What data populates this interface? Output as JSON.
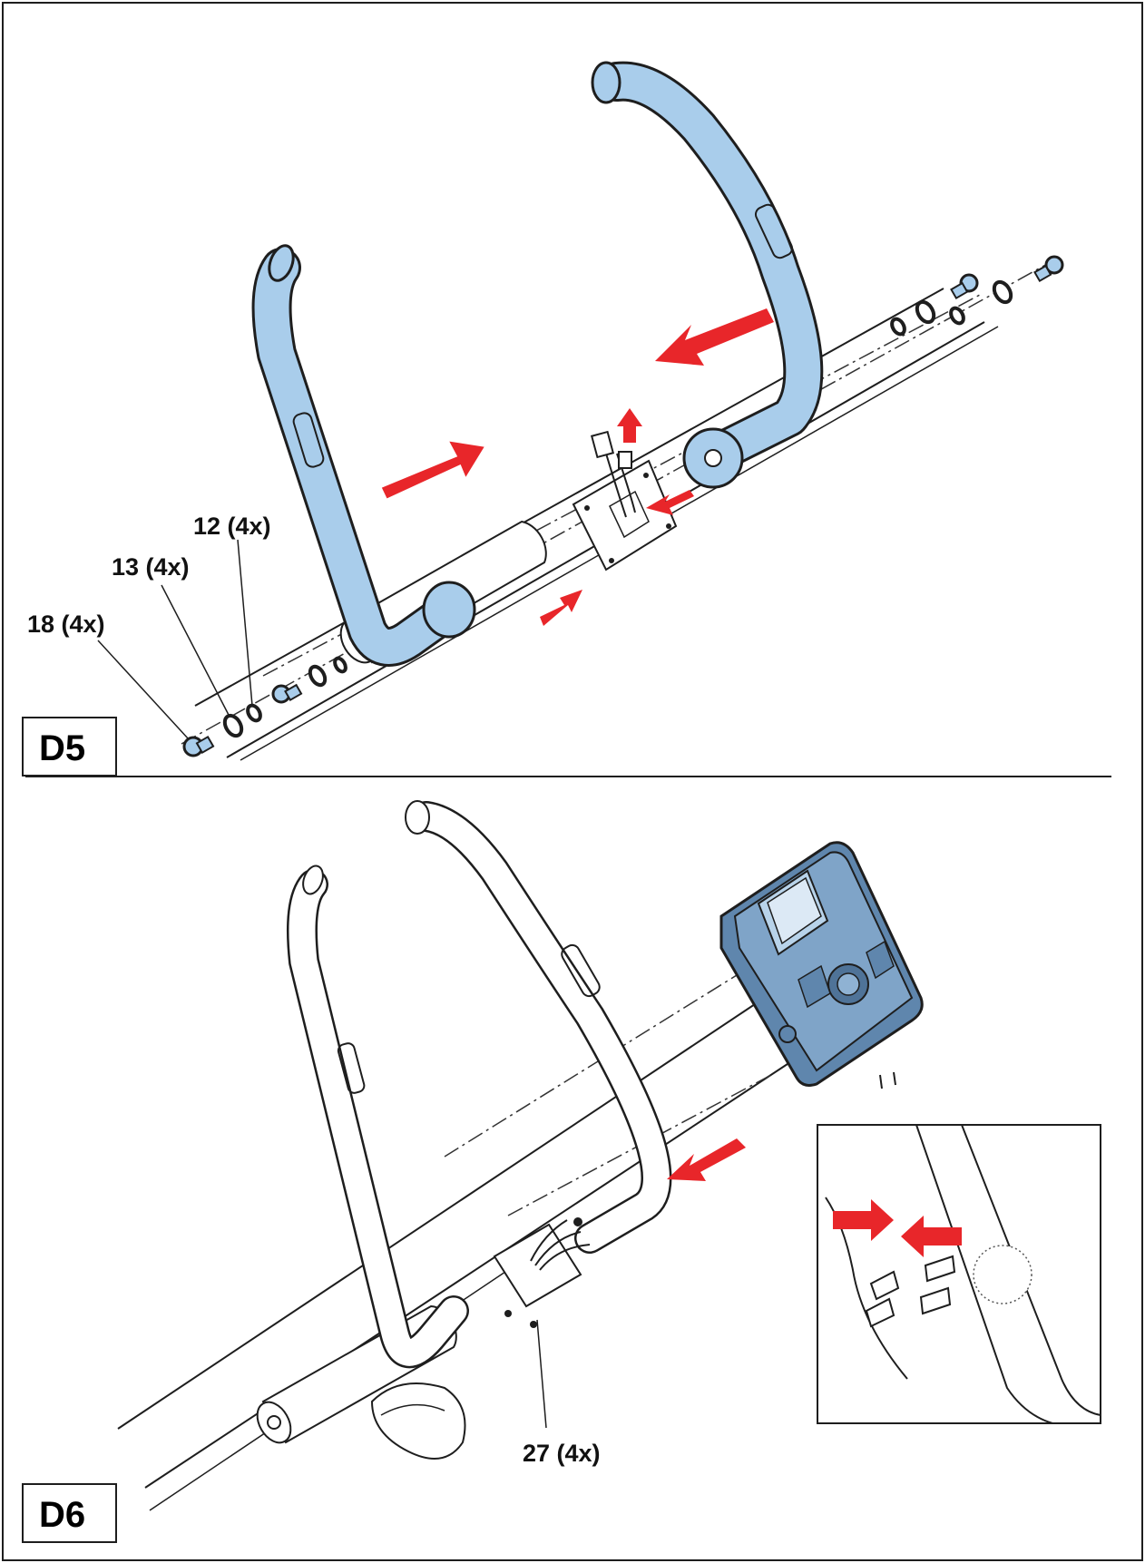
{
  "panels": [
    {
      "step": "D5",
      "callouts": [
        {
          "id": "12",
          "text": "12 (4x)"
        },
        {
          "id": "13",
          "text": "13 (4x)"
        },
        {
          "id": "18",
          "text": "18 (4x)"
        }
      ]
    },
    {
      "step": "D6",
      "callouts": [
        {
          "id": "27",
          "text": "27 (4x)"
        }
      ]
    }
  ],
  "colors": {
    "part_highlight": "#a9cdeb",
    "arrow": "#e8262a",
    "outline": "#1e1e1e"
  }
}
